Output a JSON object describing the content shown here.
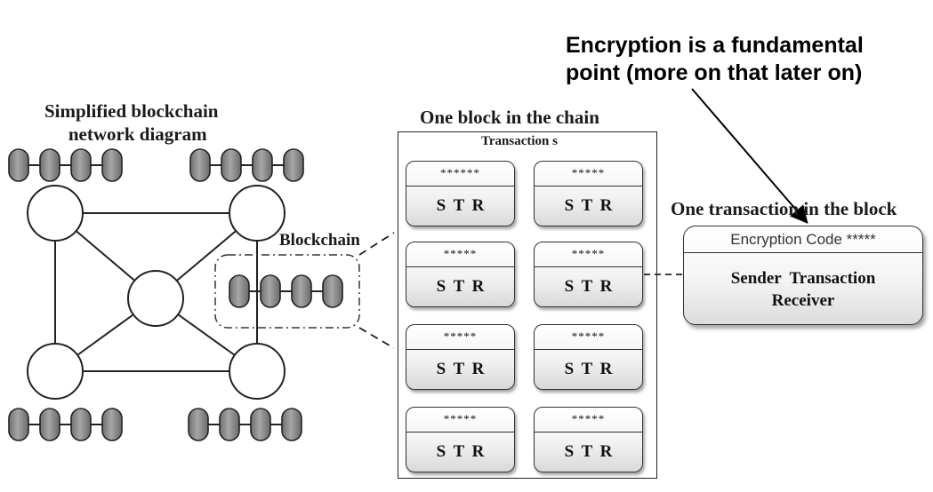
{
  "callout": {
    "line1": "Encryption is a fundamental",
    "line2": "point (more on that later on)"
  },
  "network": {
    "title_line1": "Simplified blockchain",
    "title_line2": "network diagram",
    "chain_label": "Blockchain"
  },
  "block": {
    "title": "One block in the chain",
    "subtitle": "Transaction s",
    "transactions": [
      {
        "code": "******",
        "str": "S T R"
      },
      {
        "code": "*****",
        "str": "S T R"
      },
      {
        "code": "*****",
        "str": "S T R"
      },
      {
        "code": "*****",
        "str": "S T R"
      },
      {
        "code": "*****",
        "str": "S T R"
      },
      {
        "code": "*****",
        "str": "S T R"
      },
      {
        "code": "*****",
        "str": "S T R"
      },
      {
        "code": "*****",
        "str": "S T R"
      }
    ]
  },
  "transaction": {
    "title": "One transaction in the block",
    "code": "Encryption Code *****",
    "body_line1": "Sender  Transaction",
    "body_line2": "Receiver"
  },
  "colors": {
    "node_fill": "#ffffff",
    "chain_link_fill": "#8a8a8a",
    "stroke": "#222222"
  }
}
